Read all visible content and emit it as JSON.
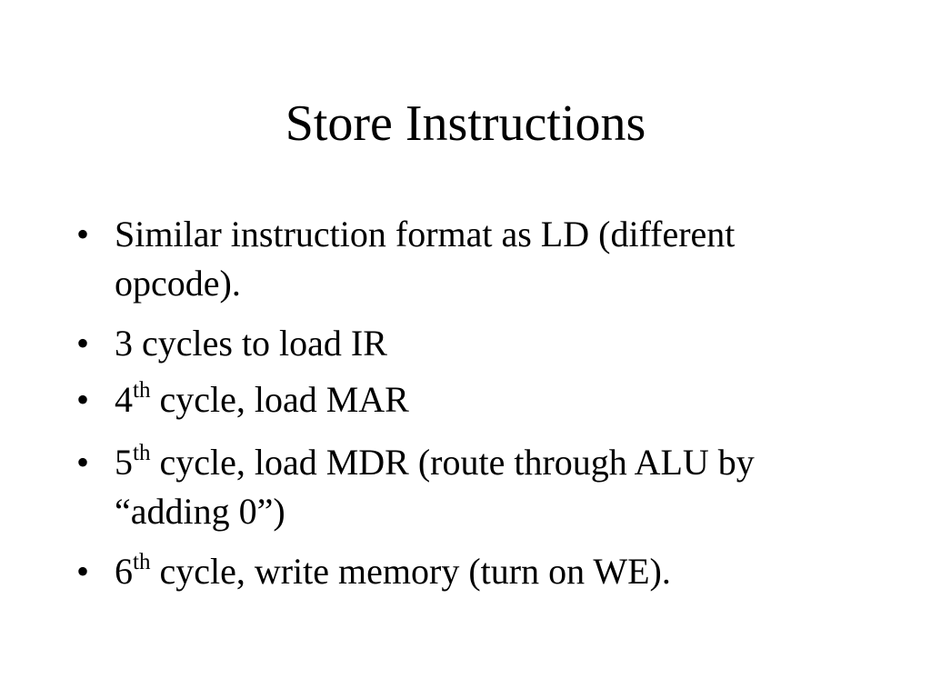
{
  "slide": {
    "title": "Store Instructions",
    "bullet_symbol": "•",
    "bullets": [
      {
        "line1": "Similar instruction format as LD (different",
        "line2": "opcode)."
      },
      {
        "line1": "3 cycles to load IR"
      },
      {
        "num": "4",
        "sup": "th",
        "rest": " cycle, load MAR"
      },
      {
        "num": "5",
        "sup": "th",
        "rest": " cycle, load MDR (route through ALU by",
        "line2": "“adding 0”)"
      },
      {
        "num": "6",
        "sup": "th",
        "rest": " cycle, write memory (turn on WE)."
      }
    ]
  }
}
